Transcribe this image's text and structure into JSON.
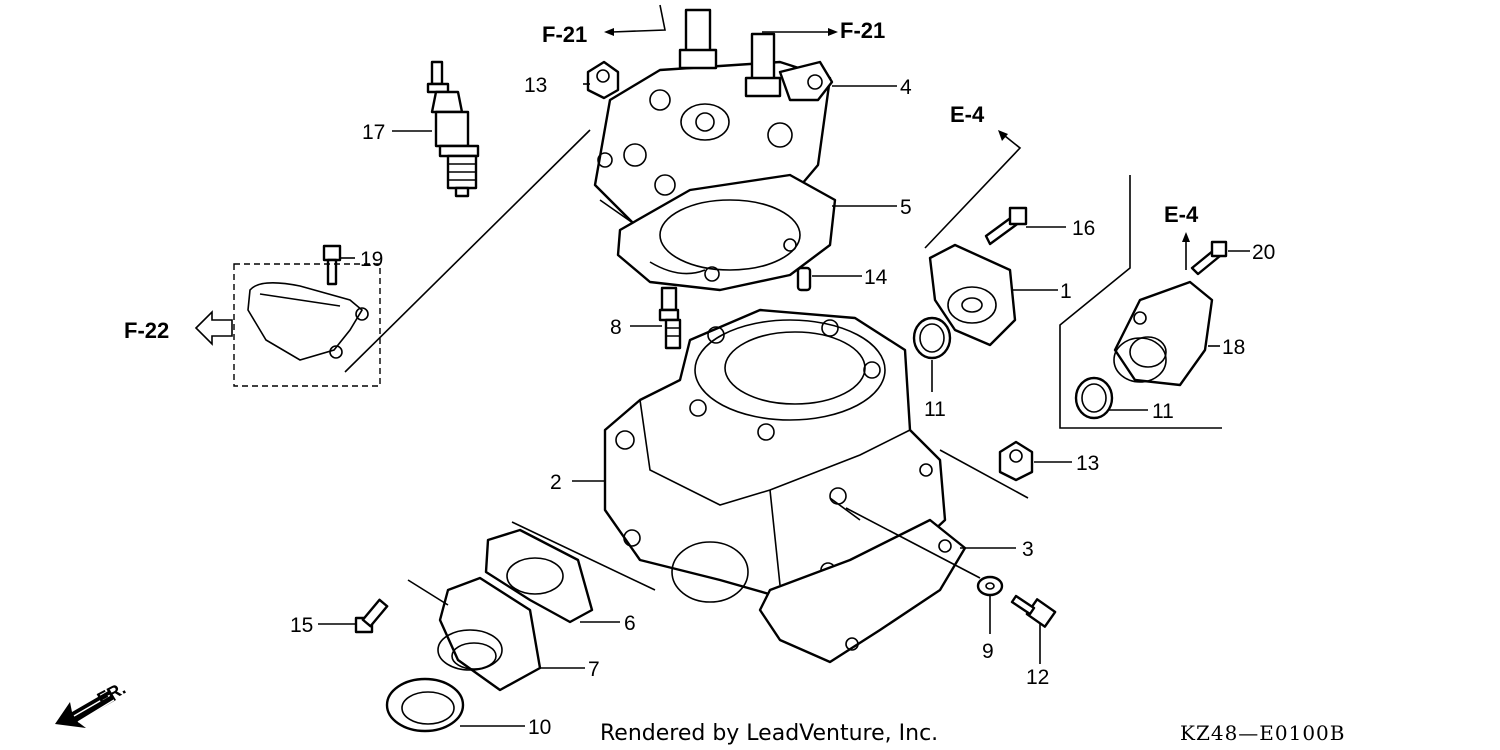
{
  "callouts": {
    "p1": "1",
    "p2": "2",
    "p3": "3",
    "p4": "4",
    "p5": "5",
    "p6": "6",
    "p7": "7",
    "p8": "8",
    "p9": "9",
    "p10": "10",
    "p11a": "11",
    "p11b": "11",
    "p12": "12",
    "p13a": "13",
    "p13b": "13",
    "p14": "14",
    "p15": "15",
    "p16": "16",
    "p17": "17",
    "p18": "18",
    "p19": "19",
    "p20": "20"
  },
  "references": {
    "f21_left": "F-21",
    "f21_right": "F-21",
    "e4_left": "E-4",
    "e4_right": "E-4",
    "f22": "F-22",
    "front": "FR."
  },
  "footer": {
    "credit": "Rendered by LeadVenture, Inc.",
    "code": "KZ48—E0100B"
  }
}
